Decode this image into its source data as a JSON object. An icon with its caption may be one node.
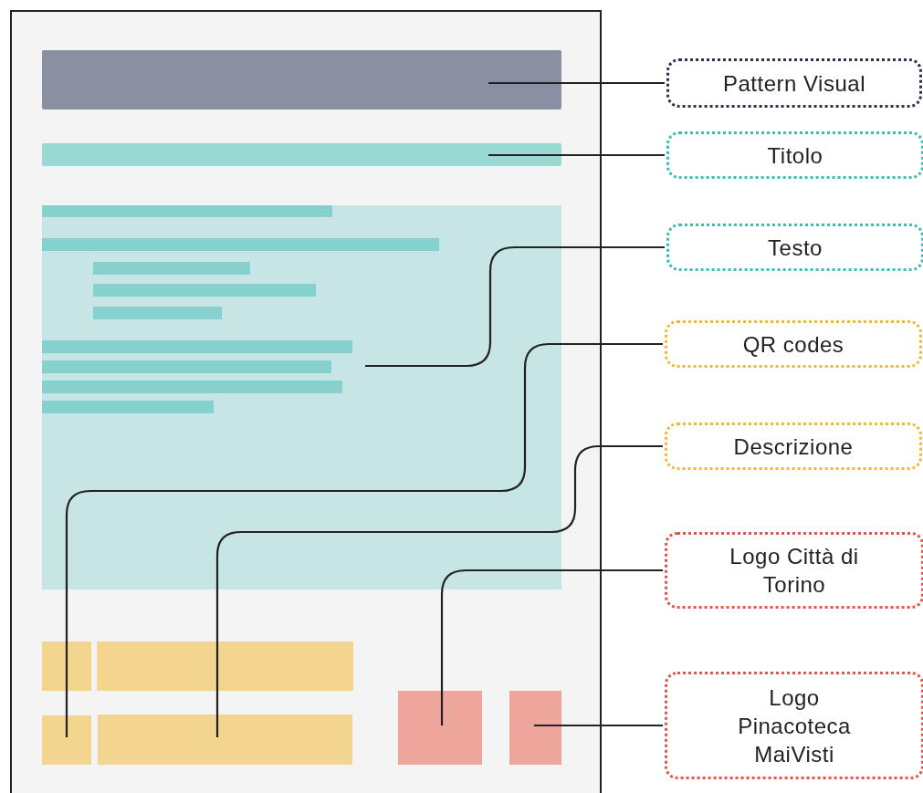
{
  "diagram": {
    "nodes": [
      {
        "text": [],
        "shape": "box"
      },
      {
        "text": [],
        "shape": "bar",
        "in": 0
      },
      {
        "text": [],
        "shape": "bar",
        "in": 0
      },
      {
        "text": [],
        "shape": "box",
        "in": 0
      },
      {
        "text": [],
        "shape": "box",
        "in": 0
      },
      {
        "text": [],
        "shape": "box",
        "in": 0
      },
      {
        "text": [],
        "shape": "box",
        "in": 0
      },
      {
        "text": [],
        "shape": "box",
        "in": 0
      },
      {
        "text": [],
        "shape": "box",
        "in": 0
      },
      {
        "text": [],
        "shape": "box",
        "in": 0
      },
      {
        "text": [
          "Pattern Visual"
        ]
      },
      {
        "text": [
          "Titolo"
        ]
      },
      {
        "text": [
          "Testo"
        ]
      },
      {
        "text": [
          "QR codes"
        ]
      },
      {
        "text": [
          "Descrizione"
        ]
      },
      {
        "text": [
          "Logo Città di Torino"
        ]
      },
      {
        "text": [
          "Logo Pinacoteca MaiVisti"
        ]
      }
    ],
    "edges": [
      {
        "from": 10,
        "to": 1,
        "arrow": "none"
      },
      {
        "from": 11,
        "to": 2,
        "arrow": "none"
      },
      {
        "from": 12,
        "to": 3,
        "arrow": "none"
      },
      {
        "from": 13,
        "to": 6,
        "arrow": "none"
      },
      {
        "from": 14,
        "to": 7,
        "arrow": "none"
      },
      {
        "from": 15,
        "to": 8,
        "arrow": "none"
      },
      {
        "from": 16,
        "to": 9,
        "arrow": "none"
      }
    ]
  }
}
